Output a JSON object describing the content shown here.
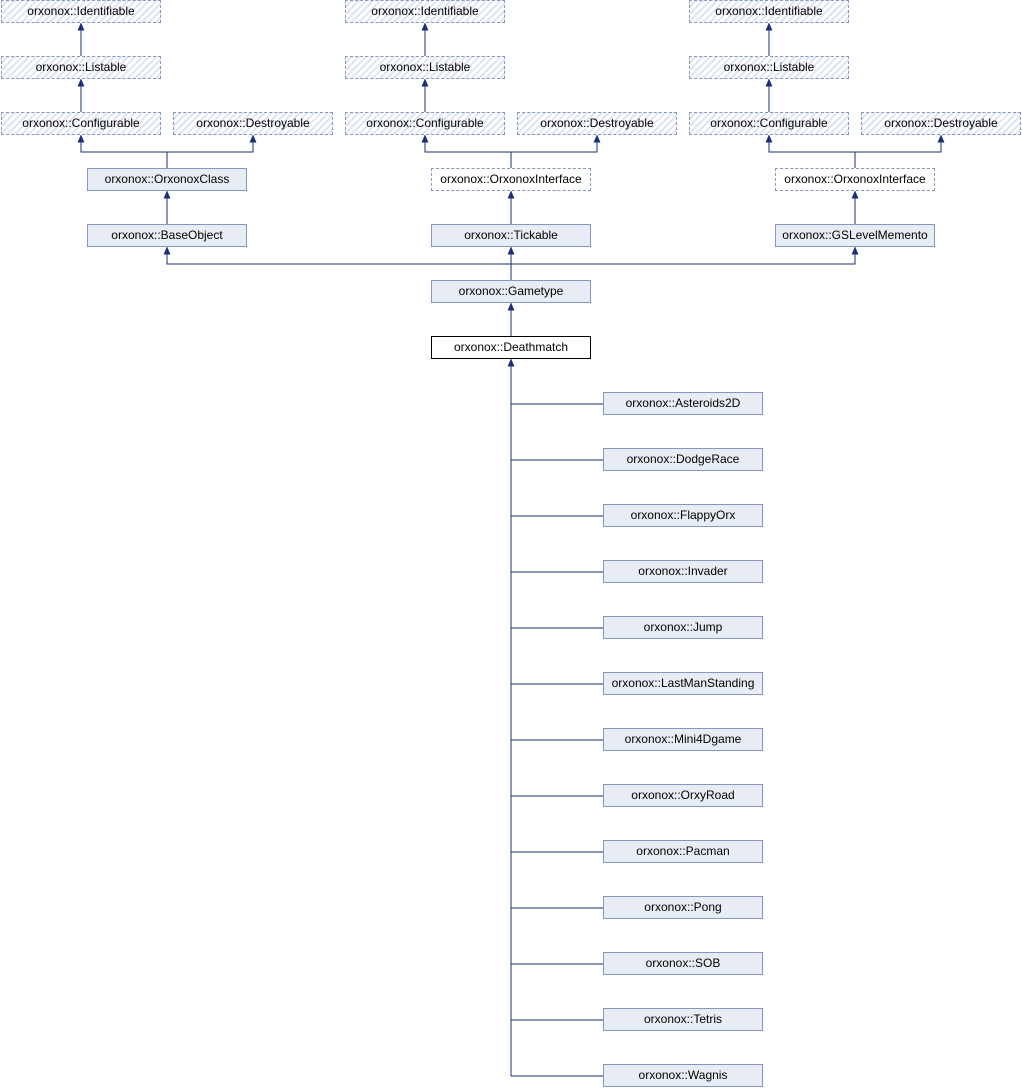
{
  "colors": {
    "edge": "#1a2f78",
    "node_fill": "#e8edf5",
    "node_border": "#8496c4",
    "current_border": "#000000"
  },
  "nodes": {
    "identifiable_1": "orxonox::Identifiable",
    "listable_1": "orxonox::Listable",
    "configurable_1": "orxonox::Configurable",
    "destroyable_1": "orxonox::Destroyable",
    "orxonoxclass": "orxonox::OrxonoxClass",
    "baseobject": "orxonox::BaseObject",
    "identifiable_2": "orxonox::Identifiable",
    "listable_2": "orxonox::Listable",
    "configurable_2": "orxonox::Configurable",
    "destroyable_2": "orxonox::Destroyable",
    "orxonoxinterface_2": "orxonox::OrxonoxInterface",
    "tickable": "orxonox::Tickable",
    "identifiable_3": "orxonox::Identifiable",
    "listable_3": "orxonox::Listable",
    "configurable_3": "orxonox::Configurable",
    "destroyable_3": "orxonox::Destroyable",
    "orxonoxinterface_3": "orxonox::OrxonoxInterface",
    "gslevelmemento": "orxonox::GSLevelMemento",
    "gametype": "orxonox::Gametype",
    "deathmatch": "orxonox::Deathmatch"
  },
  "subclasses": [
    "orxonox::Asteroids2D",
    "orxonox::DodgeRace",
    "orxonox::FlappyOrx",
    "orxonox::Invader",
    "orxonox::Jump",
    "orxonox::LastManStanding",
    "orxonox::Mini4Dgame",
    "orxonox::OrxyRoad",
    "orxonox::Pacman",
    "orxonox::Pong",
    "orxonox::SOB",
    "orxonox::Tetris",
    "orxonox::Wagnis"
  ]
}
